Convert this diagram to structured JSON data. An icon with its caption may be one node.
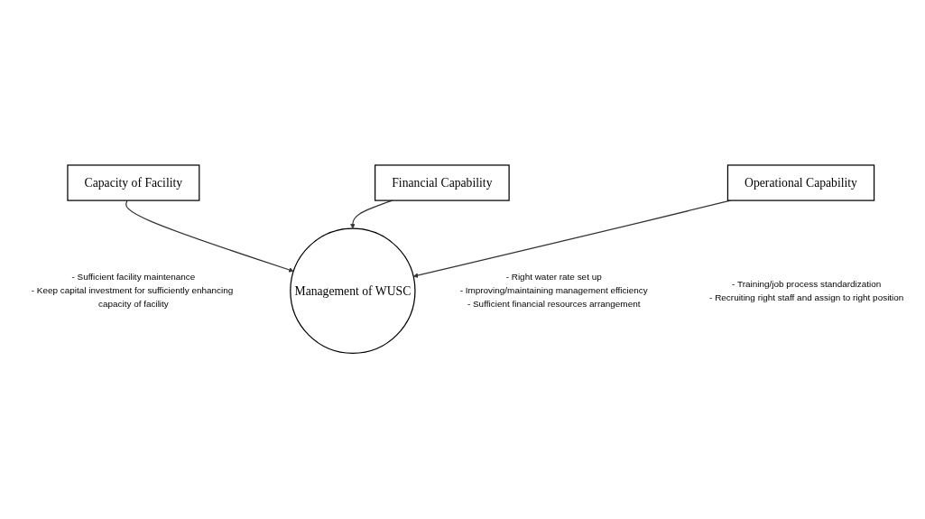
{
  "diagram": {
    "nodes": [
      {
        "text": [
          "Capacity of Facility"
        ],
        "beside": [
          "- Sufficient facility maintenance",
          "- Keep capital investment for sufficiently enhancing capacity of facility"
        ]
      },
      {
        "text": [
          "Management of WUSC"
        ]
      },
      {
        "text": [
          "Financial Capability"
        ],
        "beside": [
          "- Right water rate set up",
          "- Improving/maintaining management efficiency",
          "- Sufficient financial resources arrangement"
        ]
      },
      {
        "text": [
          "Operational Capability"
        ],
        "beside": [
          "- Training/job process standardization",
          "- Recruiting right staff and assign to right position"
        ]
      }
    ],
    "edges": [
      {
        "from": 0,
        "to": 1,
        "arrow": "to"
      },
      {
        "from": 2,
        "to": 1,
        "arrow": "to"
      },
      {
        "from": 3,
        "to": 1,
        "arrow": "to"
      }
    ]
  }
}
